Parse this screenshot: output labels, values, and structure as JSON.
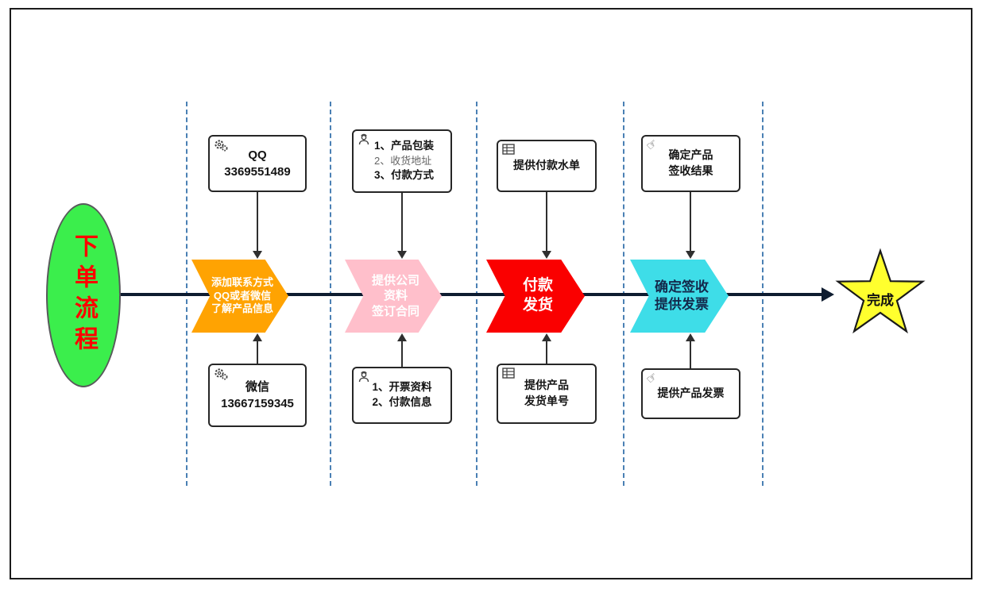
{
  "start": {
    "label": "下单流程",
    "fill": "#3BEE4C",
    "text_color": "#FF0000"
  },
  "end": {
    "label": "完成",
    "fill": "#FFFF2E"
  },
  "colors": {
    "main_line": "#0E1C30",
    "lane_dash": "#4A80B4"
  },
  "columns": [
    {
      "top_note": {
        "icon": "gear-icon",
        "lines": [
          "QQ",
          "3369551489"
        ]
      },
      "chevron": {
        "lines": [
          "添加联系方式",
          "QQ或者微信",
          "了解产品信息"
        ],
        "fill": "#FFA302",
        "text_color": "#FFFFFF"
      },
      "bottom_note": {
        "icon": "gear-icon",
        "lines": [
          "微信",
          "13667159345"
        ]
      }
    },
    {
      "top_note": {
        "icon": "worker-icon",
        "lines": [
          "1、产品包装",
          "2、收货地址",
          "3、付款方式"
        ]
      },
      "chevron": {
        "lines": [
          "提供公司",
          "资料",
          "签订合同"
        ],
        "fill": "#FFBFCB",
        "text_color": "#FFFFFF"
      },
      "bottom_note": {
        "icon": "worker-icon",
        "lines": [
          "1、开票资料",
          "2、付款信息"
        ]
      }
    },
    {
      "top_note": {
        "icon": "table-icon",
        "lines": [
          "提供付款水单"
        ]
      },
      "chevron": {
        "lines": [
          "付款",
          "发货"
        ],
        "fill": "#FA0000",
        "text_color": "#FFFFFF"
      },
      "bottom_note": {
        "icon": "table-icon",
        "lines": [
          "提供产品",
          "发货单号"
        ]
      }
    },
    {
      "top_note": {
        "icon": "pointing-hand-icon",
        "lines": [
          "确定产品",
          "签收结果"
        ]
      },
      "chevron": {
        "lines": [
          "确定签收",
          "提供发票"
        ],
        "fill": "#3EDDE8",
        "text_color": "#13294B"
      },
      "bottom_note": {
        "icon": "pointing-hand-icon",
        "lines": [
          "提供产品发票"
        ]
      }
    }
  ]
}
